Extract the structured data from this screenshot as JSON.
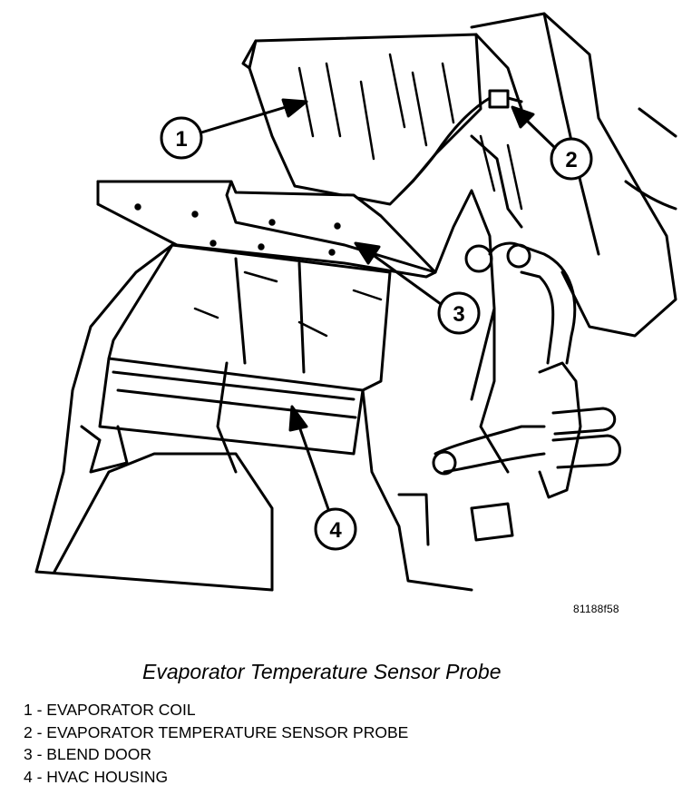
{
  "figure_code": "81188f58",
  "caption": "Evaporator Temperature Sensor Probe",
  "callouts": [
    "1",
    "2",
    "3",
    "4"
  ],
  "legend": [
    {
      "num": "1",
      "sep": " - ",
      "text": "EVAPORATOR COIL"
    },
    {
      "num": "2",
      "sep": " - ",
      "text": "EVAPORATOR TEMPERATURE SENSOR PROBE"
    },
    {
      "num": "3",
      "sep": " - ",
      "text": "BLEND DOOR"
    },
    {
      "num": "4",
      "sep": " - ",
      "text": "HVAC HOUSING"
    }
  ],
  "colors": {
    "line": "#000000",
    "background": "#ffffff"
  }
}
